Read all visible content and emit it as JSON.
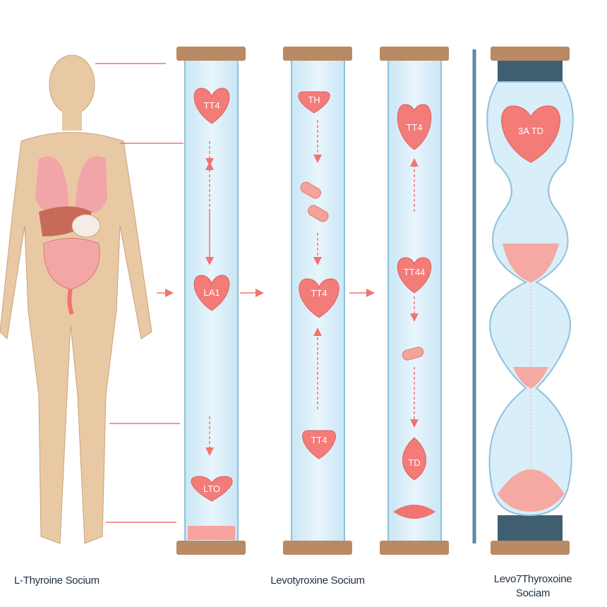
{
  "captions": {
    "left": "L-Thyroine Socium",
    "middle": "Levotyroxine Socium",
    "right_line1": "Levo7Thyroxoine",
    "right_line2": "Sociam"
  },
  "tube1": {
    "top": "TT4",
    "middle": "LA1",
    "bottom": "LTO"
  },
  "tube2": {
    "top": "TH",
    "middle": "TT4",
    "bottom": "TT4"
  },
  "tube3": {
    "top": "TT4",
    "middle": "TT44",
    "bottom": "TD"
  },
  "hourglass": {
    "heart": "3A TD"
  },
  "colors": {
    "accent": "#f07470",
    "glass": "#d8eef8",
    "wood": "#b98a63",
    "skin": "#e9c9a3"
  }
}
